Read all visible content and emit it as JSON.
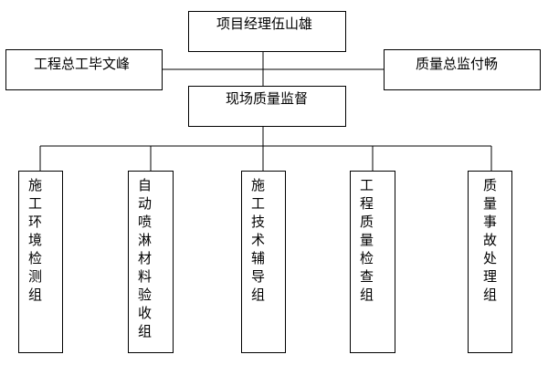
{
  "org_chart": {
    "project_manager": "项目经理伍山雄",
    "chief_engineer": "工程总工毕文峰",
    "quality_director": "质量总监付畅",
    "site_supervision": "现场质量监督",
    "groups": [
      "施工环境检测组",
      "自动喷淋材料验收组",
      "施工技术辅导组",
      "工程质量检查组",
      "质量事故处理组"
    ]
  }
}
